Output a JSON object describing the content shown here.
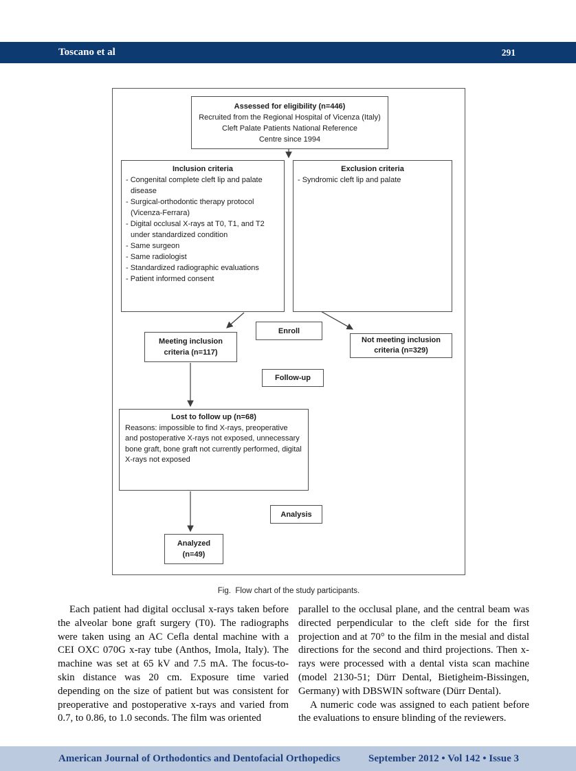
{
  "header": {
    "running_author": "Toscano et al",
    "page_number": "291"
  },
  "flowchart": {
    "assessed_box": {
      "title": "Assessed for eligibility (n=446)",
      "lines": [
        "Recruited from the Regional Hospital of Vicenza (Italy)",
        "Cleft Palate Patients National Reference",
        "Centre since 1994"
      ]
    },
    "inclusion_box": {
      "title": "Inclusion criteria",
      "items": [
        "- Congenital complete cleft lip and palate disease",
        "- Surgical-orthodontic therapy protocol (Vicenza-Ferrara)",
        "- Digital occlusal X-rays at T0, T1, and T2 under standardized condition",
        "- Same surgeon",
        "- Same radiologist",
        "- Standardized radiographic evaluations",
        "- Patient informed consent"
      ]
    },
    "exclusion_box": {
      "title": "Exclusion criteria",
      "items": [
        "- Syndromic cleft lip and palate"
      ]
    },
    "enroll_label": "Enroll",
    "meeting_box": {
      "lines": [
        "Meeting inclusion",
        "criteria (n=117)"
      ]
    },
    "not_meeting_box": {
      "lines": [
        "Not meeting inclusion",
        "criteria (n=329)"
      ]
    },
    "followup_label": "Follow-up",
    "lost_box": {
      "title": "Lost to follow up (n=68)",
      "body": "Reasons: impossible to find X-rays, preoperative and postoperative X-rays not exposed, unnecessary bone graft, bone graft not currently performed, digital X-rays not exposed"
    },
    "analysis_label": "Analysis",
    "analyzed_box": {
      "lines": [
        "Analyzed",
        "(n=49)"
      ]
    }
  },
  "figure_caption": "Fig.  Flow chart of the study participants.",
  "body_text": {
    "left_column_paragraph": "Each patient had digital occlusal x-rays taken before the alveolar bone graft surgery (T0). The radiographs were taken using an AC Cefla dental machine with a CEI OXC 070G x-ray tube (Anthos, Imola, Italy). The machine was set at 65 kV and 7.5 mA. The focus-to-skin distance was 20 cm. Exposure time varied depending on the size of patient but was consistent for preoperative and postoperative x-rays and varied from 0.7, to 0.86, to 1.0 seconds. The film was oriented",
    "right_column_paragraph_1": "parallel to the occlusal plane, and the central beam was directed perpendicular to the cleft side for the first projection and at 70° to the film in the mesial and distal directions for the second and third projections. Then x-rays were processed with a dental vista scan machine (model 2130-51; Dürr Dental, Bietigheim-Bissingen, Germany) with DBSWIN software (Dürr Dental).",
    "right_column_paragraph_2": "A numeric code was assigned to each patient before the evaluations to ensure blinding of the reviewers."
  },
  "footer": {
    "journal_name": "American Journal of Orthodontics and Dentofacial Orthopedics",
    "issue_info": "September 2012 • Vol 142 • Issue 3"
  },
  "colors": {
    "header_bar_bg": "#0d3a70",
    "footer_bar_bg": "#bccadf",
    "footer_text": "#1c3f7e",
    "box_border": "#4d4d4d"
  }
}
